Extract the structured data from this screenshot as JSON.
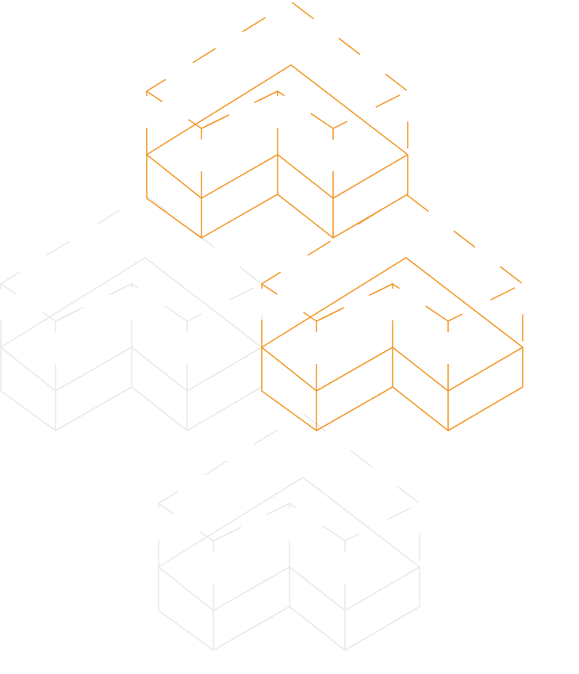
{
  "colors": {
    "accent": "#f39a2e",
    "muted": "#e9e9e9"
  },
  "blocks": [
    {
      "name": "orange-block-top",
      "tone": "accent"
    },
    {
      "name": "orange-block-middle",
      "tone": "accent"
    },
    {
      "name": "grey-block-left",
      "tone": "muted"
    },
    {
      "name": "grey-block-bottom",
      "tone": "muted"
    }
  ]
}
